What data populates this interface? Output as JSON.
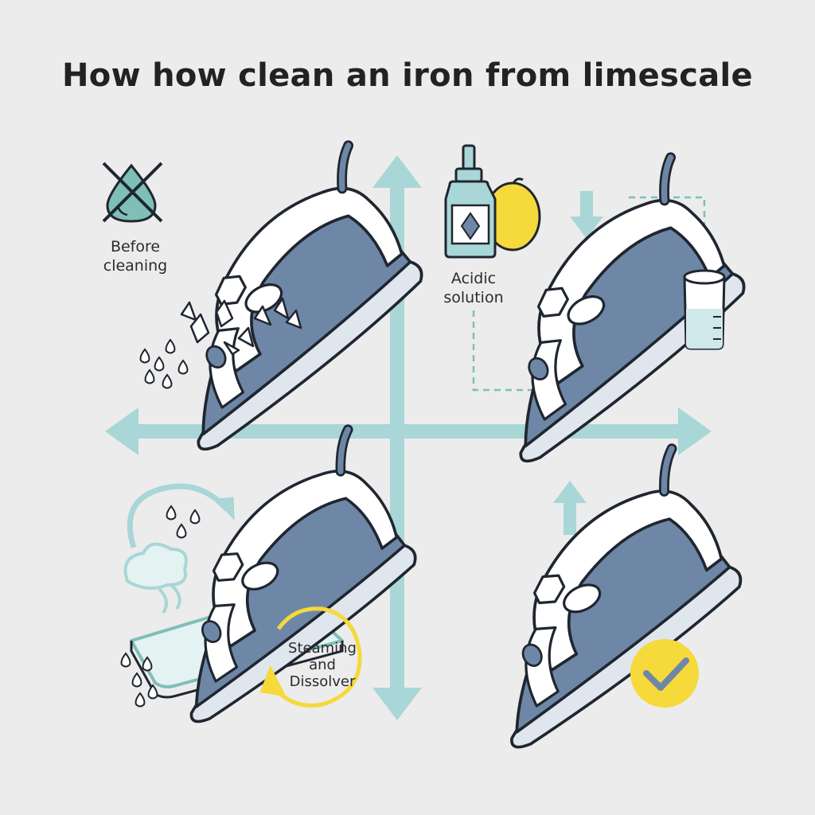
{
  "title": "How how clean an iron from limescale",
  "colors": {
    "background": "#ececec",
    "iron_body": "#6f87a6",
    "outline": "#1f2630",
    "accent_teal": "#a9d6d6",
    "accent_yellow": "#f6d93a"
  },
  "steps": [
    {
      "id": "before",
      "label_lines": [
        "Before",
        "cleaning"
      ],
      "icon": "crossed-water-drop-icon"
    },
    {
      "id": "acid",
      "label_lines": [
        "Acidic",
        "solution"
      ],
      "icon": "bottle-and-lemon-icon"
    },
    {
      "id": "steam",
      "label_lines": [
        "Steaming",
        "and",
        "Dissolver"
      ],
      "icon": "steam-cloud-icon"
    },
    {
      "id": "clean",
      "label_lines": [],
      "icon": "checkmark-icon"
    }
  ]
}
